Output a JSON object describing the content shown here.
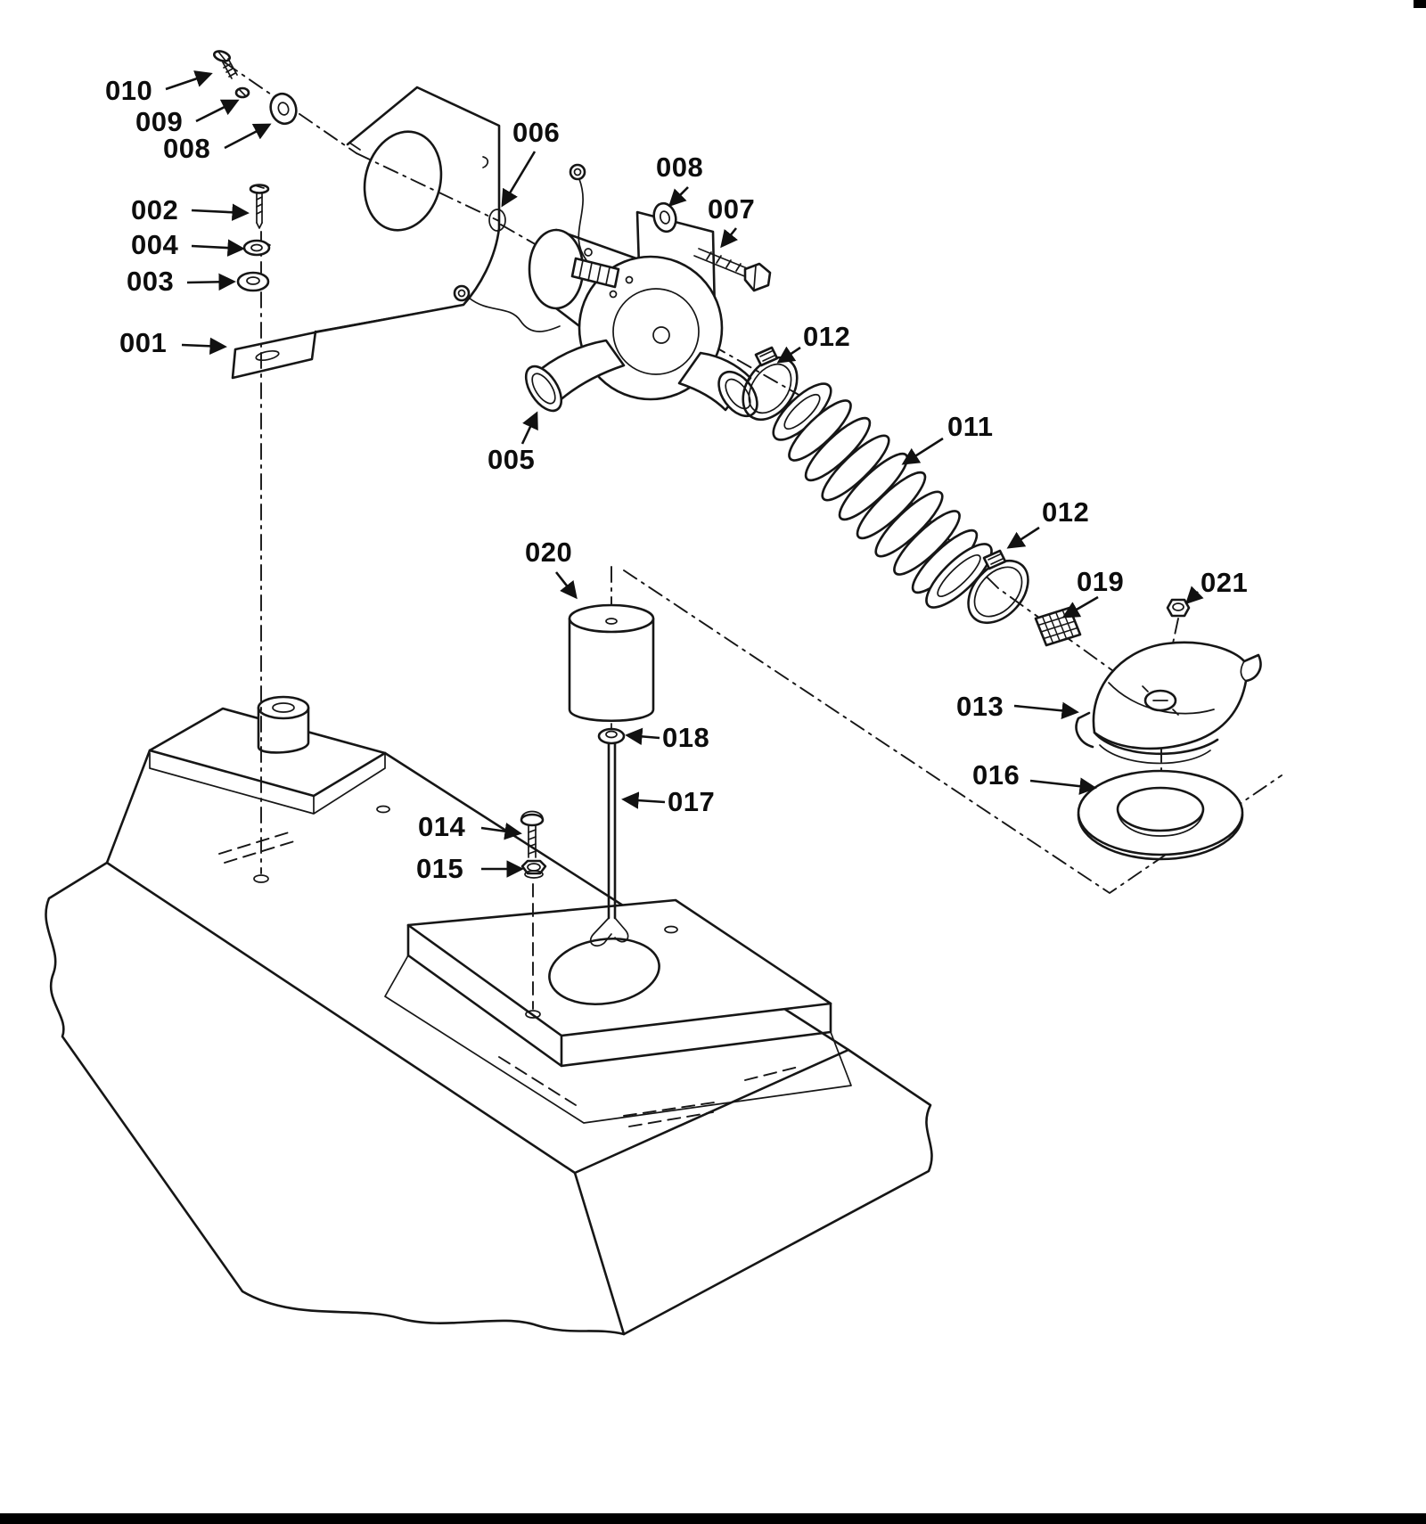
{
  "figure": {
    "type": "exploded-parts-diagram",
    "description": "Exploded technical illustration of a blower, flexible duct hose and fuel tank sender assembly with numbered callouts",
    "colors": {
      "ink": "#161616",
      "background": "#ffffff"
    },
    "callouts": [
      {
        "label": "010",
        "target": "screw"
      },
      {
        "label": "009",
        "target": "lock-washer"
      },
      {
        "label": "008",
        "target": "flat-washer"
      },
      {
        "label": "002",
        "target": "screw"
      },
      {
        "label": "004",
        "target": "lock-washer"
      },
      {
        "label": "003",
        "target": "flat-washer"
      },
      {
        "label": "001",
        "target": "mounting-bracket"
      },
      {
        "label": "006",
        "target": "bracket-hole"
      },
      {
        "label": "008",
        "target": "flat-washer"
      },
      {
        "label": "007",
        "target": "bolt"
      },
      {
        "label": "012",
        "target": "hose-clamp"
      },
      {
        "label": "005",
        "target": "blower-inlet-spout"
      },
      {
        "label": "011",
        "target": "flexible-hose"
      },
      {
        "label": "012",
        "target": "hose-clamp"
      },
      {
        "label": "020",
        "target": "sender-canister"
      },
      {
        "label": "019",
        "target": "screen"
      },
      {
        "label": "021",
        "target": "nut"
      },
      {
        "label": "013",
        "target": "elbow-duct"
      },
      {
        "label": "018",
        "target": "washer"
      },
      {
        "label": "016",
        "target": "gasket-ring"
      },
      {
        "label": "017",
        "target": "float-rod"
      },
      {
        "label": "014",
        "target": "screw"
      },
      {
        "label": "015",
        "target": "nut"
      }
    ]
  }
}
